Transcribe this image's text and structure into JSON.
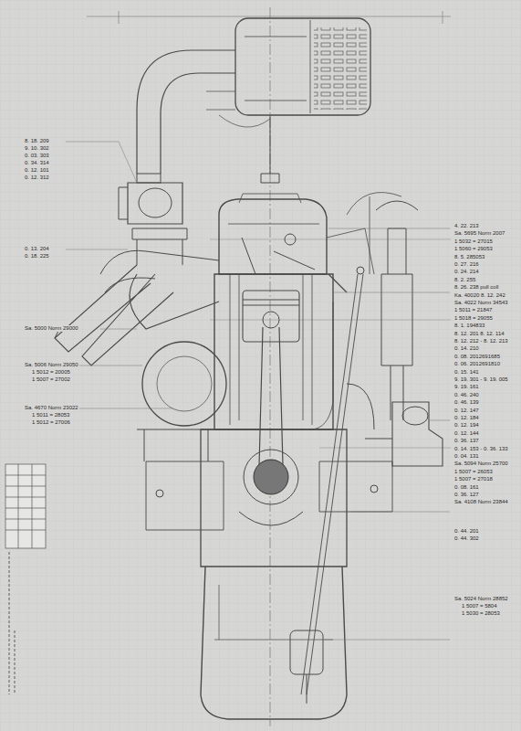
{
  "diagram": {
    "labels": [
      "4. 22. 213",
      "Sa. 5695 Norm 2007",
      "1  5032 = 27015",
      "1  5060 = 29053",
      "8. 5. 285053",
      "0. 27. 216",
      "0. 24. 214",
      "8. 2. 255",
      "8. 26. 238 pull coll",
      "Ka. 40020 8. 12. 242",
      "Sa. 4022 Norm 34543",
      "1  5011 = 21847",
      "1  5018 = 29055",
      "8. 1. 194833",
      "8. 12. 201 8. 12. 114",
      "8. 12. 212 - 8. 12. 213",
      "0. 14. 210",
      "0. 08. 2012691685",
      "0. 06. 2012691810",
      "0. 15. 141",
      "9. 19. 301 - 9. 19. 005",
      "9. 19. 161",
      "0. 46. 240",
      "0. 46. 139",
      "0. 12. 147",
      "0. 12. 184",
      "0. 12. 194",
      "0. 12. 144",
      "0. 36. 137",
      "0. 14. 153 - 0. 36. 133",
      "0. 04. 131",
      "Sa. 5094 Norm 25700",
      "1  5007 = 26053",
      "1  5007 = 27018",
      "0. 08. 161",
      "0. 36. 127",
      "Sa. 4108 Norm 23844",
      "0. 44. 201",
      "0. 44. 302",
      "Sa. 5024 Norm 28852",
      "1  5007 = 5804",
      "1  5030 = 28053",
      "8. 18. 209",
      "9. 10. 302",
      "0. 03. 303",
      "0. 34. 314",
      "0. 12. 101",
      "0. 12. 312",
      "0. 13. 204",
      "0. 18. 225",
      "Sa. 5000 Norm 29000",
      "Sa. 5006 Norm 29050",
      "1  5012 = 20005",
      "1  5007 = 27002",
      "Sa. 4670 Norm 23022",
      "1  5011 = 28053",
      "1  5012 = 27006"
    ]
  }
}
